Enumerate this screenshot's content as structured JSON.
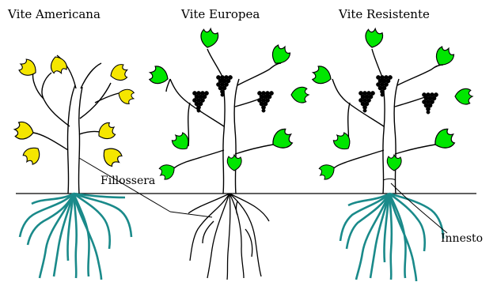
{
  "titles": {
    "american": "Vite Americana",
    "european": "Vite Europea",
    "resistant": "Vite Resistente"
  },
  "labels": {
    "phylloxera": "Fillossera",
    "graft": "Innesto"
  },
  "colors": {
    "yellow_leaf": "#F5E600",
    "green_leaf": "#00E600",
    "root_teal": "#1A8A8A",
    "outline": "#000000"
  }
}
